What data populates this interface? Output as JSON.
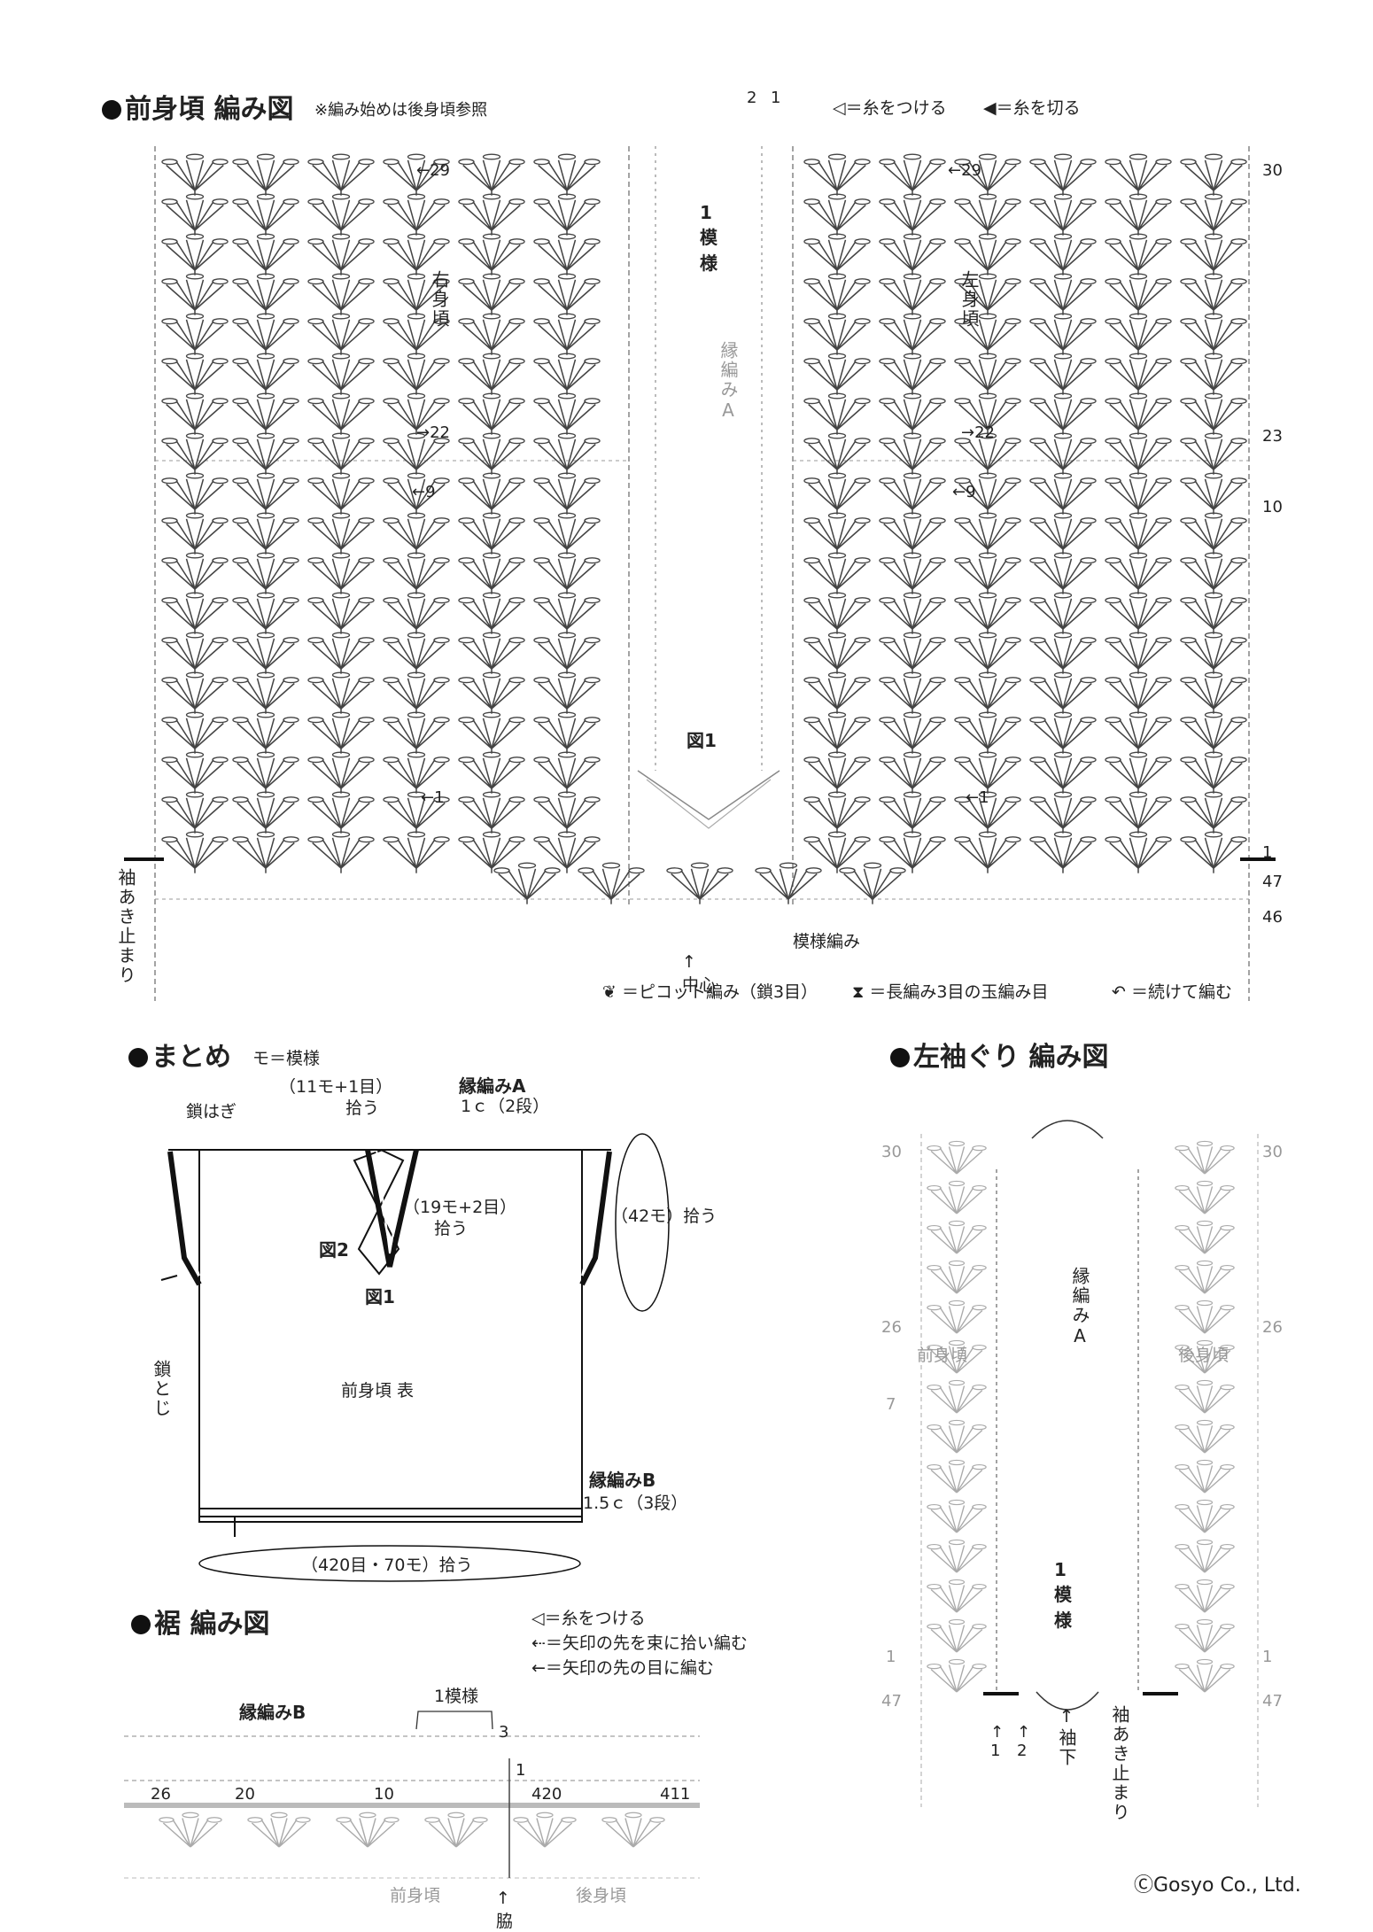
{
  "front": {
    "title": "前身頃 編み図",
    "note": "※編み始めは後身頃参照",
    "attach_legend": "＝糸をつける",
    "cut_legend": "＝糸を切る",
    "top_marks": [
      "2",
      "1"
    ],
    "right_body": "右身頃",
    "left_body": "左身頃",
    "edge_a": "縁編みA",
    "pattern_repeat": "1模様",
    "fig1": "図1",
    "row_arrows": {
      "r29": "←29",
      "r22": "→22",
      "r9": "←9",
      "r1": "←1"
    },
    "row_numbers": [
      "30",
      "23",
      "10",
      "1",
      "47",
      "46"
    ],
    "sleeve_stop": "袖あき止まり",
    "center": "中心",
    "pattern_stitch": "模様編み",
    "legend": {
      "picot": "＝ピコット編み（鎖3目）",
      "bobble": "＝長編み3目の玉編み目",
      "continue": "＝続けて編む"
    }
  },
  "assembly": {
    "title": "まとめ",
    "mo_note": "モ＝模様",
    "chain_join": "鎖はぎ",
    "pick_11": "（11モ+1目）",
    "pick_11b": "拾う",
    "edge_a": "縁編みA",
    "edge_a_size": "1ｃ（2段）",
    "pick_19": "（19モ+2目）",
    "pick_19b": "拾う",
    "fig2": "図2",
    "fig1": "図1",
    "pick_42": "（42モ）拾う",
    "chain_close": "鎖とじ",
    "front_face": "前身頃 表",
    "edge_b": "縁編みB",
    "edge_b_size": "1.5ｃ（3段）",
    "pick_420": "（420目・70モ）拾う"
  },
  "hem": {
    "title": "裾 編み図",
    "attach": "＝糸をつける",
    "bundle": "＝矢印の先を束に拾い編む",
    "into": "＝矢印の先の目に編む",
    "repeat": "1模様",
    "edge_b": "縁編みB",
    "counts": [
      "26",
      "20",
      "10",
      "1",
      "420",
      "411"
    ],
    "row3": "3",
    "front_body": "前身頃",
    "back_body": "後身頃",
    "side": "脇"
  },
  "sleeve": {
    "title": "左袖ぐり 編み図",
    "left_rows": [
      "30",
      "26",
      "7",
      "1",
      "47"
    ],
    "right_rows": [
      "30",
      "26",
      "1",
      "47"
    ],
    "front_body": "前身頃",
    "back_body": "後身頃",
    "edge_a": "縁編みA",
    "repeat": "1模様",
    "start_marks": [
      "1",
      "2"
    ],
    "underarm": "袖下",
    "sleeve_stop": "袖あき止まり"
  },
  "copyright": "ⒸGosyo Co., Ltd."
}
